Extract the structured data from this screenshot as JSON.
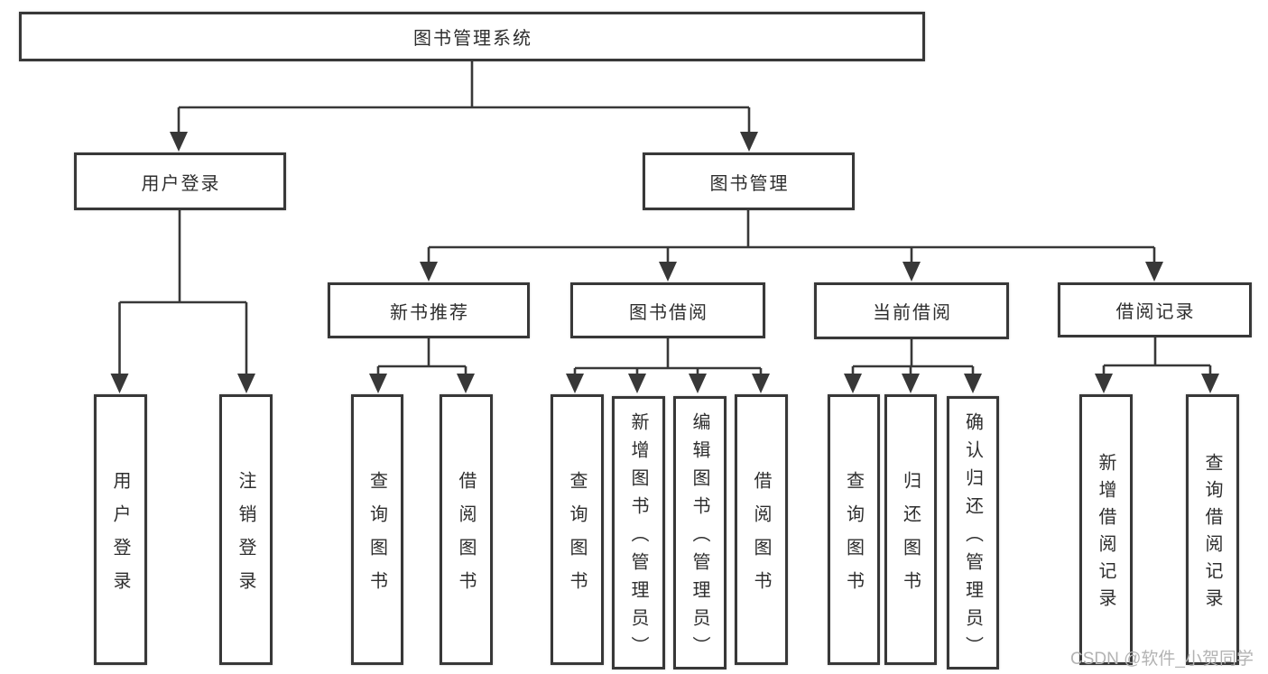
{
  "title": "图书管理系统",
  "tree": {
    "root": {
      "label": "图书管理系统"
    },
    "branches": [
      {
        "label": "用户登录",
        "children": [
          "用户登录",
          "注销登录"
        ]
      },
      {
        "label": "图书管理",
        "children": [
          {
            "label": "新书推荐",
            "children": [
              "查询图书",
              "借阅图书"
            ]
          },
          {
            "label": "图书借阅",
            "children": [
              "查询图书",
              "新增图书（管理员）",
              "编辑图书（管理员）",
              "借阅图书"
            ]
          },
          {
            "label": "当前借阅",
            "children": [
              "查询图书",
              "归还图书",
              "确认归还（管理员）"
            ]
          },
          {
            "label": "借阅记录",
            "children": [
              "新增借阅记录",
              "查询借阅记录"
            ]
          }
        ]
      }
    ]
  },
  "watermark": {
    "text": "CSDN @软件_小贺同学"
  },
  "colors": {
    "line": "#383838",
    "text": "#2e2e2e",
    "watermark": "#b3b3b3",
    "background": "#ffffff"
  }
}
